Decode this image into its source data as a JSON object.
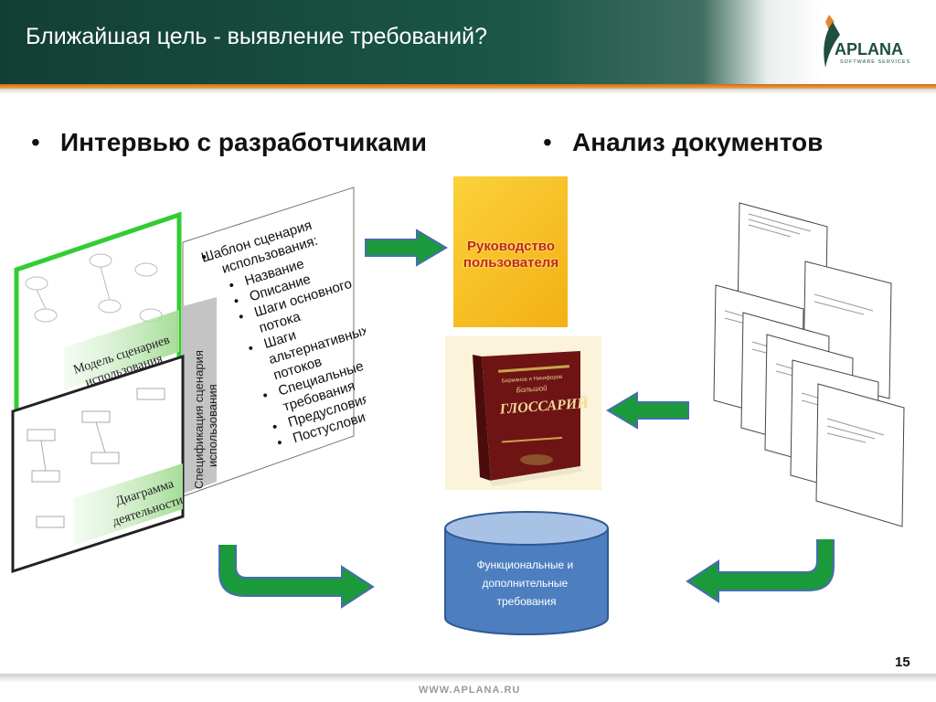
{
  "header": {
    "title": "Ближайшая цель - выявление требований?",
    "logo_word": "APLANA",
    "logo_sub": "SOFTWARE SERVICES"
  },
  "bullets": {
    "left": "Интервью с разработчиками",
    "right": "Анализ документов",
    "marker": "•"
  },
  "template_card": {
    "title_line1": "Шаблон сценария",
    "title_line2": "использования:",
    "items": [
      "Название",
      "Описание",
      "Шаги основного",
      "потока",
      "Шаги",
      "альтернативных",
      "потоков",
      "Специальные",
      "требования",
      "Предусловия",
      "Постусловия"
    ]
  },
  "spec_strip": {
    "line1": "Спецификация сценария",
    "line2": "использования"
  },
  "use_case_model": {
    "line1": "Модель сценариев",
    "line2": "использования"
  },
  "activity_diagram": {
    "line1": "Диаграмма",
    "line2": "деятельности"
  },
  "user_guide": {
    "line1": "Руководство",
    "line2": "пользователя"
  },
  "glossary_book": {
    "authors": "Борманов и Никифоров",
    "subtitle": "Большой",
    "title": "ГЛОССАРИЙ"
  },
  "database": {
    "line1": "Функциональные и",
    "line2": "дополнительные",
    "line3": "требования"
  },
  "page_number": "15",
  "footer_url": "WWW.APLANA.RU",
  "colors": {
    "header_green": "#1a5646",
    "accent_orange": "#e08a2c",
    "arrow_green": "#1a9a3a",
    "frame_green": "#32cd32",
    "db_blue": "#4d7fc0",
    "book_red": "#7a1a1a",
    "guide_yellow": "#f6bc1e"
  }
}
